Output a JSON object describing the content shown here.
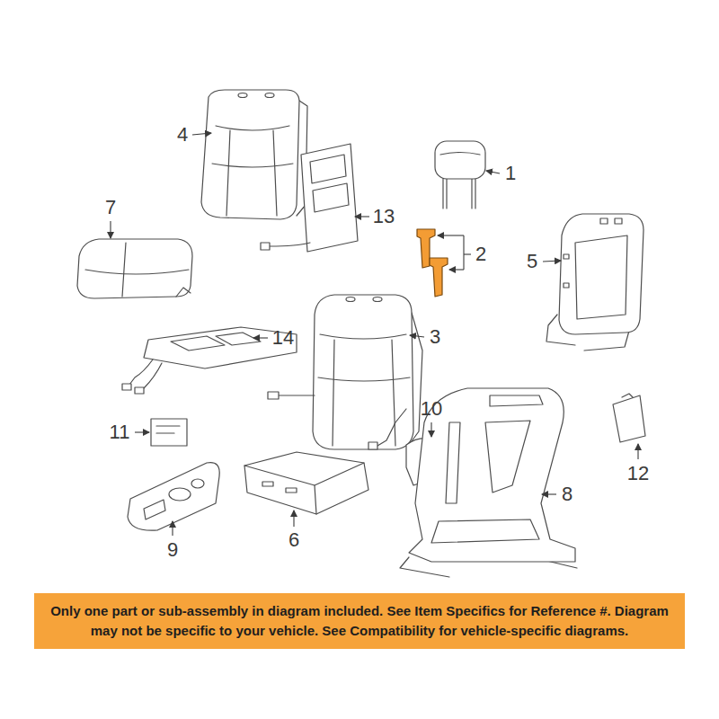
{
  "diagram": {
    "nodes": [
      {
        "text": [
          "Only one part or sub-assembly in diagram included. See Item Specifics for Reference #. Diagram may not be specific to your vehicle. See Compatibility for vehicle-specific diagrams."
        ]
      }
    ],
    "labels": [
      "4",
      "1",
      "7",
      "13",
      "2",
      "5",
      "14",
      "3",
      "10",
      "11",
      "12",
      "8",
      "9",
      "6"
    ]
  }
}
